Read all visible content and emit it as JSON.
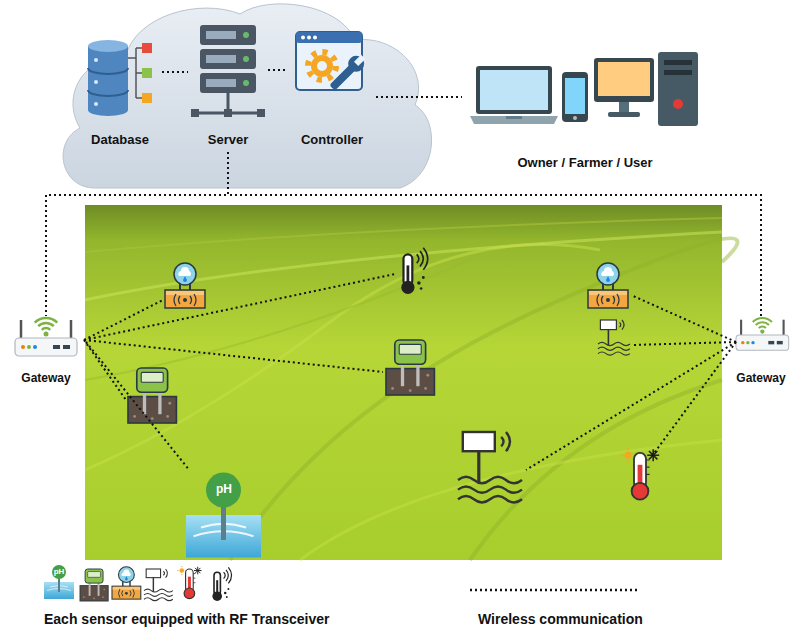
{
  "diagram": {
    "nodes": [
      {
        "text": [
          "Database"
        ]
      },
      {
        "text": [
          "Server"
        ]
      },
      {
        "text": [
          "Controller"
        ]
      },
      {
        "text": [
          "Owner / Farmer / User"
        ]
      },
      {
        "text": [
          "Gateway"
        ]
      },
      {
        "text": [
          "Gateway"
        ]
      },
      {
        "text": [
          "pH"
        ]
      }
    ],
    "edges": [
      {
        "from": 0,
        "to": 1,
        "arrow": "none"
      },
      {
        "from": 1,
        "to": 2,
        "arrow": "none"
      },
      {
        "from": 2,
        "to": 3,
        "arrow": "none"
      },
      {
        "from": 1,
        "to": 4,
        "arrow": "none"
      },
      {
        "from": 1,
        "to": 5,
        "arrow": "none"
      },
      {
        "from": 4,
        "to": 6,
        "arrow": "none"
      }
    ],
    "labels": [
      "pH"
    ],
    "legend": [
      {
        "text": "Each sensor equipped with RF Transceiver"
      },
      {
        "text": "Wireless communication"
      }
    ]
  }
}
